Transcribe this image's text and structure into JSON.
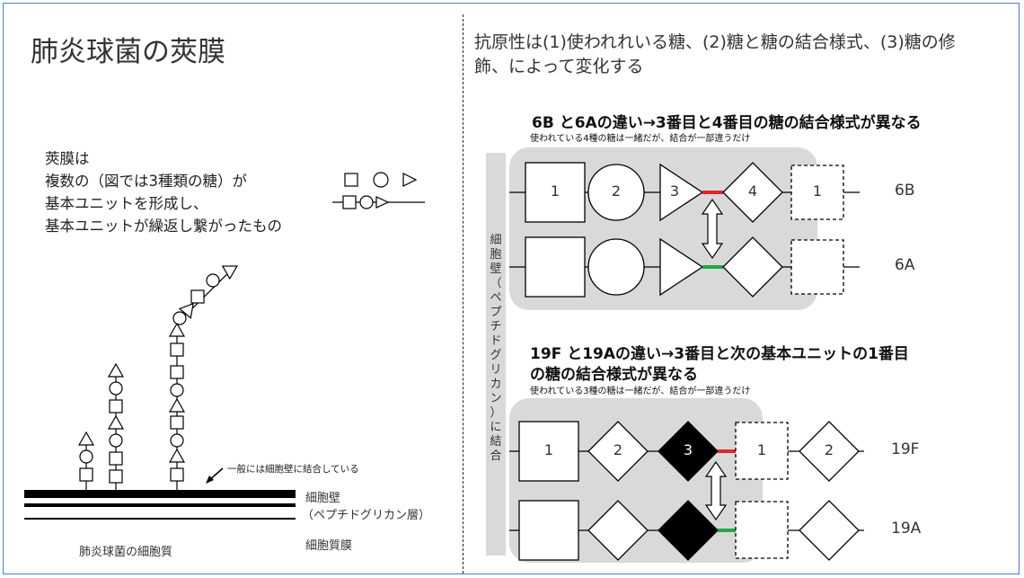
{
  "title": "肺炎球菌の莢膜",
  "definition": {
    "lines": [
      "莢膜は",
      "複数の（図では3種類の糖）が",
      "基本ユニットを形成し、",
      "基本ユニットが繰返し繋がったもの"
    ]
  },
  "cell_labels": {
    "annotation": "一般には細胞壁に結合している",
    "wall": "細胞壁",
    "wall_sub": "（ペプチドグリカン層）",
    "membrane": "細胞質膜",
    "cytoplasm": "肺炎球菌の細胞質"
  },
  "description": {
    "line1": "抗原性は(1)使われれいる糖、(2)糖と糖の結合様式、(3)糖の修",
    "line2": "飾、によって変化する"
  },
  "vertical_label": "細胞壁（ペプチドグリカン）に結合",
  "groups": [
    {
      "heading_lines": [
        "6B と6Aの違い→3番目と4番目の糖の結合様式が異なる"
      ],
      "note": "使われている4種の糖は一緒だが、結合が一部違うだけ",
      "rows": [
        {
          "name": "6B",
          "numbers": [
            "1",
            "2",
            "3",
            "4",
            "1"
          ],
          "link_color": "#e0262b"
        },
        {
          "name": "6A",
          "numbers": [],
          "link_color": "#22a84a"
        }
      ]
    },
    {
      "heading_lines": [
        "19F と19Aの違い→3番目と次の基本ユニットの1番目",
        "の糖の結合様式が異なる"
      ],
      "note": "使われている3種の糖は一緒だが、結合が一部違うだけ",
      "rows": [
        {
          "name": "19F",
          "numbers": [
            "1",
            "2",
            "3",
            "1",
            "2"
          ],
          "link_color": "#e0262b"
        },
        {
          "name": "19A",
          "numbers": [],
          "link_color": "#22a84a"
        }
      ]
    }
  ],
  "colors": {
    "frame": "#4a7fc1",
    "panel": "#d9d9d9",
    "red_link": "#e0262b",
    "green_link": "#22a84a",
    "filled_sugar": "#000000"
  }
}
